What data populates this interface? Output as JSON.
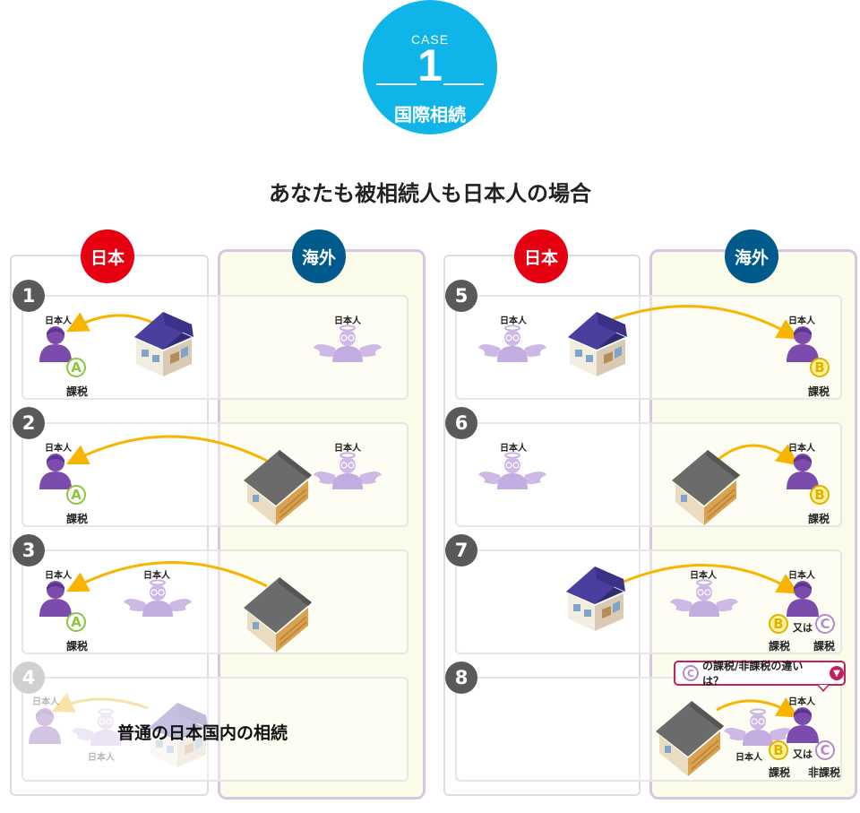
{
  "badge": {
    "case_word": "CASE",
    "case_number": "1",
    "title": "国際相続"
  },
  "headline": "あなたも被相続人も日本人の場合",
  "columns": {
    "japan": "日本",
    "abroad": "海外"
  },
  "labels": {
    "japanese": "日本人",
    "tax": "課税",
    "non_tax": "非課税",
    "or": "又は",
    "A": "A",
    "B": "B",
    "C": "C"
  },
  "scenarios": [
    "1",
    "2",
    "3",
    "4",
    "5",
    "6",
    "7",
    "8"
  ],
  "scenario4_note": "普通の日本国内の相続",
  "callout": {
    "text": "の課税/非課税の違いは？",
    "icon": "chevron-down-icon"
  },
  "colors": {
    "badge": "#0fb4e8",
    "japan": "#e60012",
    "abroad": "#005b8c",
    "arrow": "#f7b500",
    "person": "#7b4cab",
    "angel": "#c9b3e2"
  }
}
